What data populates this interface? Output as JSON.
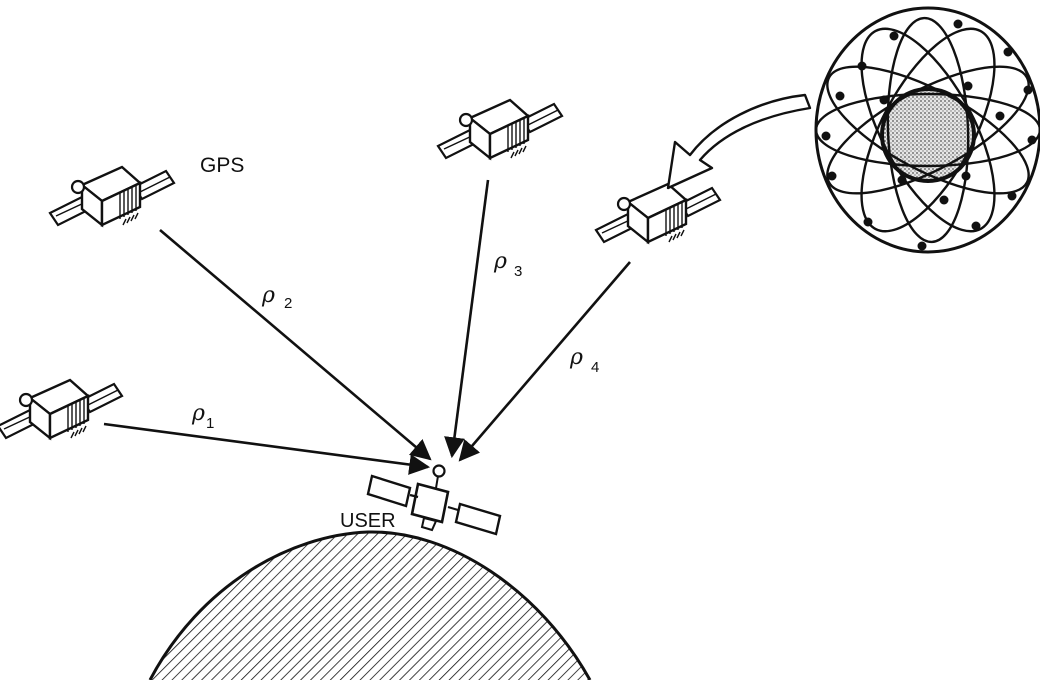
{
  "labels": {
    "gps": "GPS",
    "user": "USER"
  },
  "ranges": [
    {
      "symbol": "ρ",
      "subscript": "1"
    },
    {
      "symbol": "ρ",
      "subscript": "2"
    },
    {
      "symbol": "ρ",
      "subscript": "3"
    },
    {
      "symbol": "ρ",
      "subscript": "4"
    }
  ],
  "colors": {
    "ink": "#111111",
    "background": "#ffffff"
  }
}
